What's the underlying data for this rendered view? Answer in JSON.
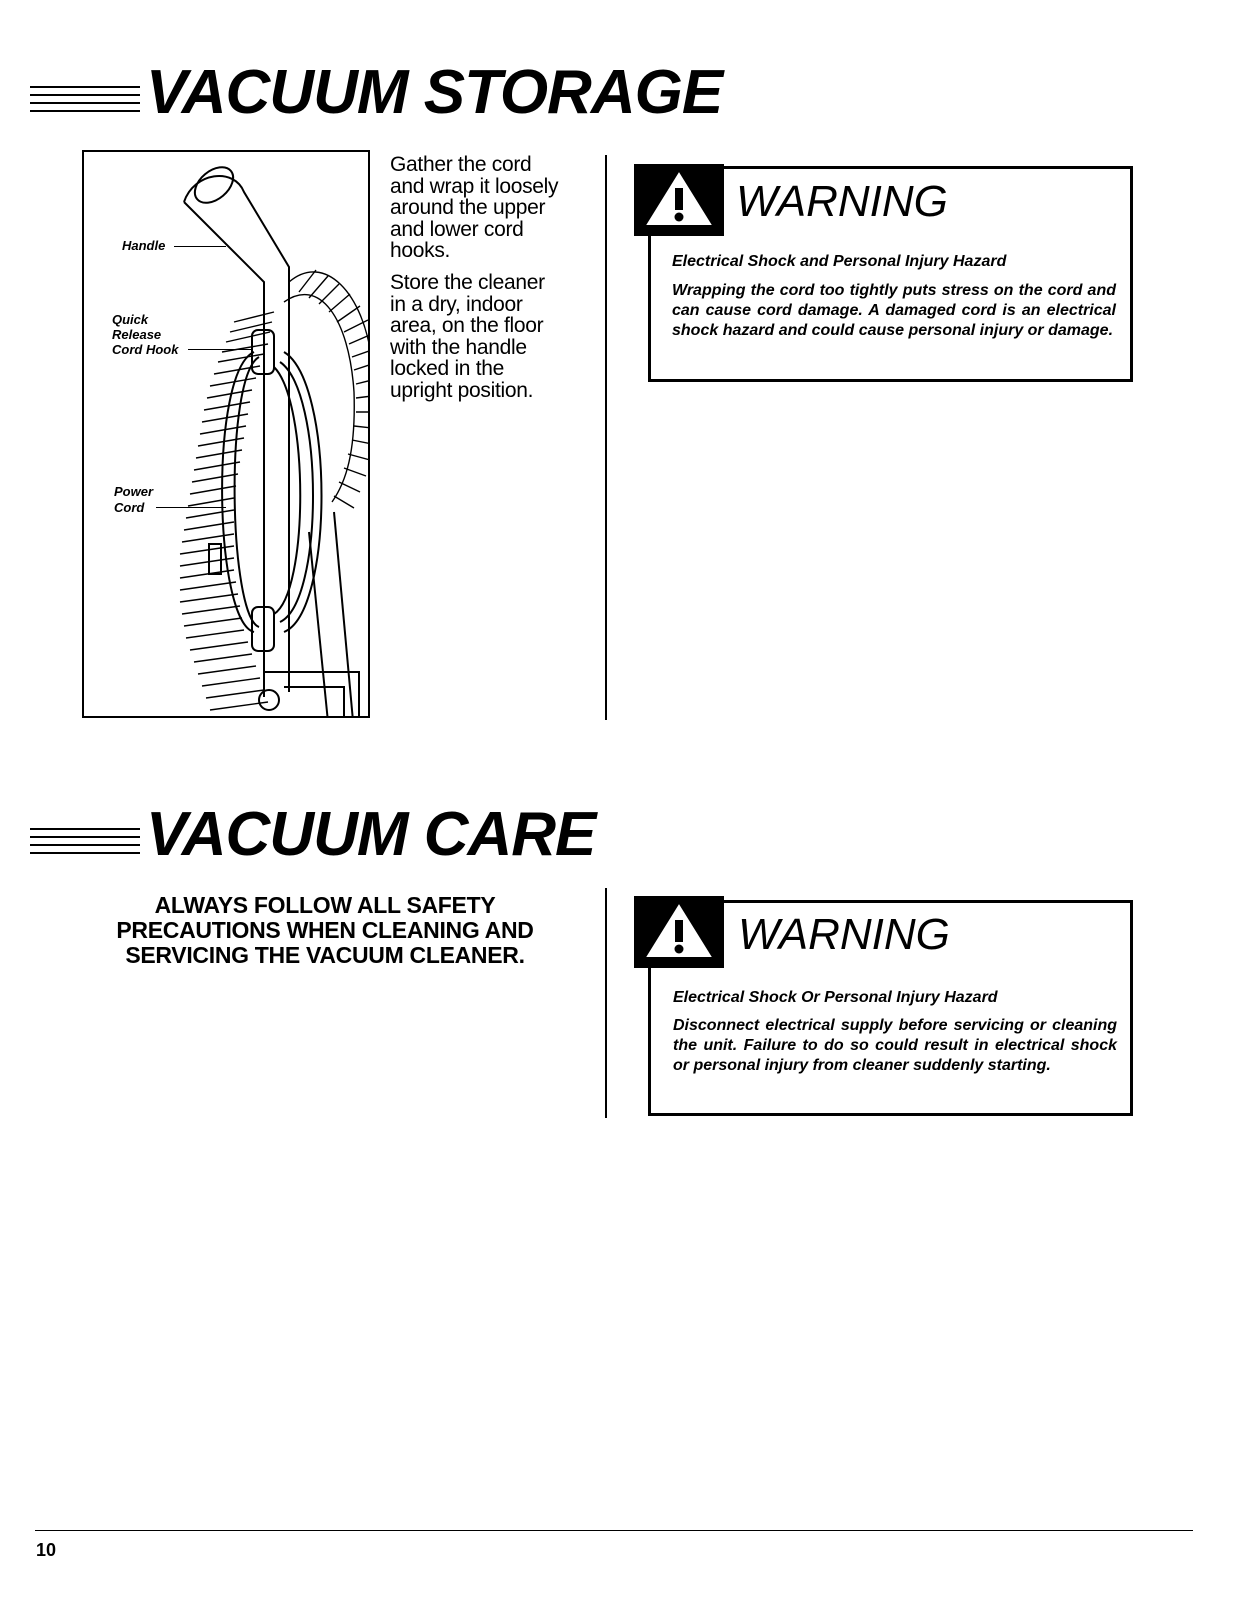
{
  "storage": {
    "heading": "VACUUM STORAGE",
    "callouts": {
      "handle": "Handle",
      "quick_release_1": "Quick",
      "quick_release_2": "Release",
      "quick_release_3": "Cord Hook",
      "power_cord_1": "Power",
      "power_cord_2": "Cord"
    },
    "para1": [
      "Gather the cord",
      "and wrap it loosely",
      "around the upper",
      "and lower cord",
      "hooks."
    ],
    "para2": [
      "Store the cleaner",
      "in a dry, indoor",
      "area, on the floor",
      "with the handle",
      "locked in the",
      "upright position."
    ],
    "warning": {
      "word": "WARNING",
      "title": "Electrical Shock and Personal Injury Hazard",
      "body": "Wrapping the cord too tightly puts stress on the cord and can cause cord damage. A damaged cord is an electrical shock hazard and could cause personal injury or damage."
    }
  },
  "care": {
    "heading": "VACUUM CARE",
    "note": [
      "ALWAYS FOLLOW ALL SAFETY",
      "PRECAUTIONS WHEN CLEANING AND",
      "SERVICING THE VACUUM CLEANER."
    ],
    "warning": {
      "word": "WARNING",
      "title": "Electrical Shock Or Personal Injury Hazard",
      "body": "Disconnect electrical supply before servicing or cleaning the unit. Failure to do so could result in electrical shock or personal injury from cleaner suddenly starting."
    }
  },
  "footer": {
    "page_number": "10"
  }
}
